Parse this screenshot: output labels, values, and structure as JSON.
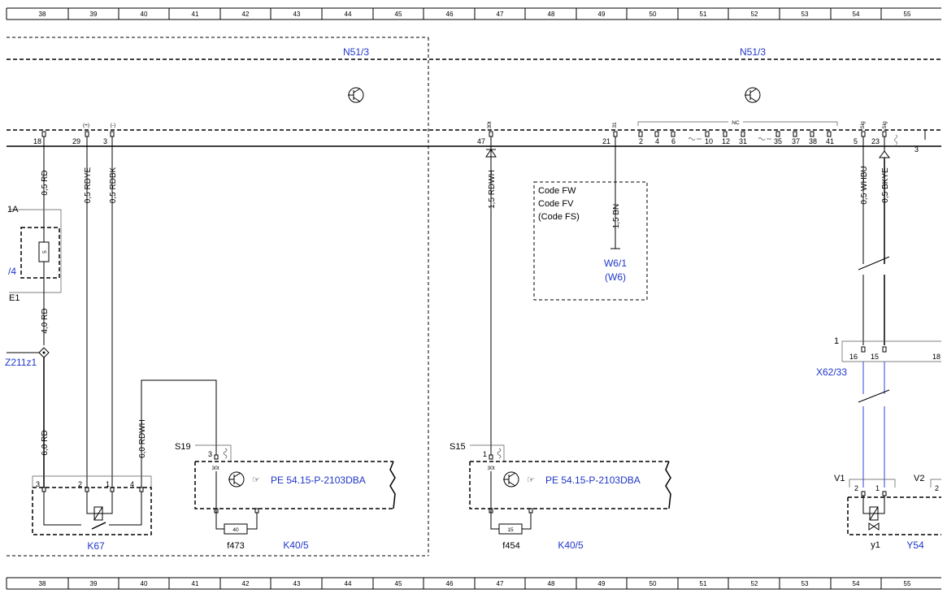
{
  "ruler": [
    "38",
    "39",
    "40",
    "41",
    "42",
    "43",
    "44",
    "45",
    "46",
    "47",
    "48",
    "49",
    "50",
    "51",
    "52",
    "53",
    "54",
    "55"
  ],
  "components": {
    "n51_left": "N51/3",
    "n51_right": "N51/3",
    "k67": "K67",
    "k40_left": "K40/5",
    "k40_right": "K40/5",
    "w6": "W6/1",
    "w6_alt": "(W6)",
    "x62": "X62/33",
    "y54": "Y54",
    "z211": "Z211z1",
    "ref_left_tag": "/4",
    "pe_left": "PE 54.15-P-2103DBA",
    "pe_right": "PE 54.15-P-2103DBA"
  },
  "codes": [
    "Code FW",
    "Code FV",
    "(Code FS)"
  ],
  "labels": {
    "s19": "S19",
    "s15": "S15",
    "f473": "f473",
    "f454": "f454",
    "e1": "E1",
    "f1a": "1A",
    "v1": "V1",
    "v2": "V2",
    "y1": "y1",
    "x62_num": "1",
    "pin3_right": "3",
    "nc": "NC",
    "fuse40": "40",
    "fuse15": "15",
    "fuse5": "5",
    "t30": "30t",
    "pin_plus": "(+)",
    "pin_minus": "(-)",
    "sig": "Sig",
    "gnd31": "31",
    "pin30t": "30t"
  },
  "wires": {
    "w18": "0,5 RD",
    "w29": "0,5 RDYE",
    "w3": "0,5 RDBK",
    "w40rd": "4,0 RD",
    "w60rd": "6,0 RD",
    "w60rdwh": "6,0 RDWH",
    "w47": "1,5 RDWH",
    "w21": "1,5 BN",
    "w5": "0,5 WHBU",
    "w23": "0,5 BKYE"
  },
  "pins": {
    "p18": "18",
    "p29": "29",
    "p3": "3",
    "p47": "47",
    "p21": "21",
    "p2": "2",
    "p4": "4",
    "p6": "6",
    "p10": "10",
    "p12": "12",
    "p31": "31",
    "p35": "35",
    "p37": "37",
    "p38": "38",
    "p41": "41",
    "p5": "5",
    "p23": "23",
    "k67_3": "3",
    "k67_2": "2",
    "k67_1": "1",
    "k67_4": "4",
    "s19_3": "3",
    "s15_1": "1",
    "x62_16": "16",
    "x62_15": "15",
    "x62_18": "18",
    "v1_2": "2",
    "v1_1": "1",
    "v2_2": "2"
  }
}
